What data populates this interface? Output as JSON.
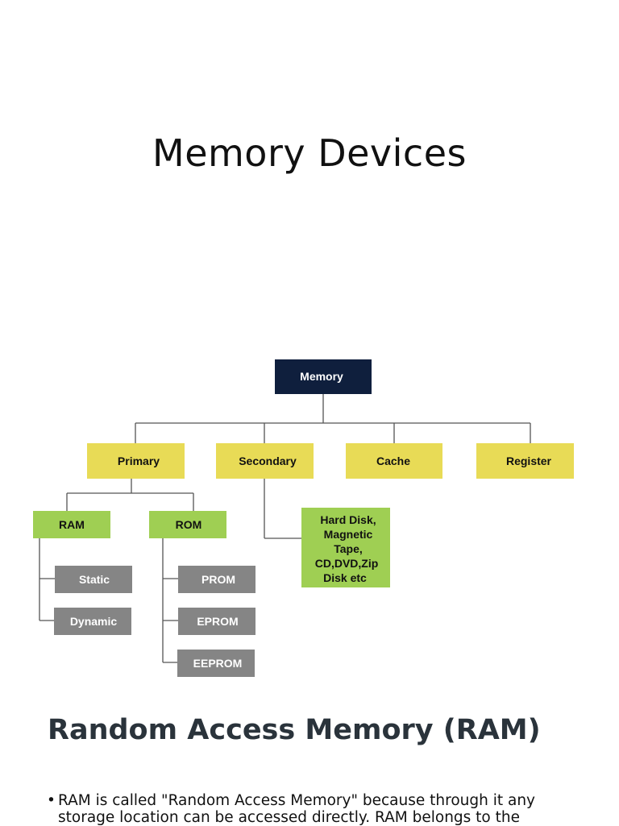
{
  "slide_title": "Memory Devices",
  "diagram": {
    "root": "Memory",
    "categories": [
      "Primary",
      "Secondary",
      "Cache",
      "Register"
    ],
    "primary_children": [
      "RAM",
      "ROM"
    ],
    "ram_children": [
      "Static",
      "Dynamic"
    ],
    "rom_children": [
      "PROM",
      "EPROM",
      "EEPROM"
    ],
    "secondary_child_lines": [
      "Hard Disk,",
      "Magnetic",
      "Tape,",
      "CD,DVD,Zip",
      "Disk etc"
    ],
    "colors": {
      "root": "#0f1f3d",
      "category": "#e8db56",
      "green": "#9fcf53",
      "gray": "#858585"
    }
  },
  "section": {
    "heading": "Random Access Memory (RAM)",
    "bullet_marker": "•",
    "bullet_text": "RAM is called \"Random Access Memory\" because through it any storage location can be accessed directly. RAM belongs to the"
  }
}
